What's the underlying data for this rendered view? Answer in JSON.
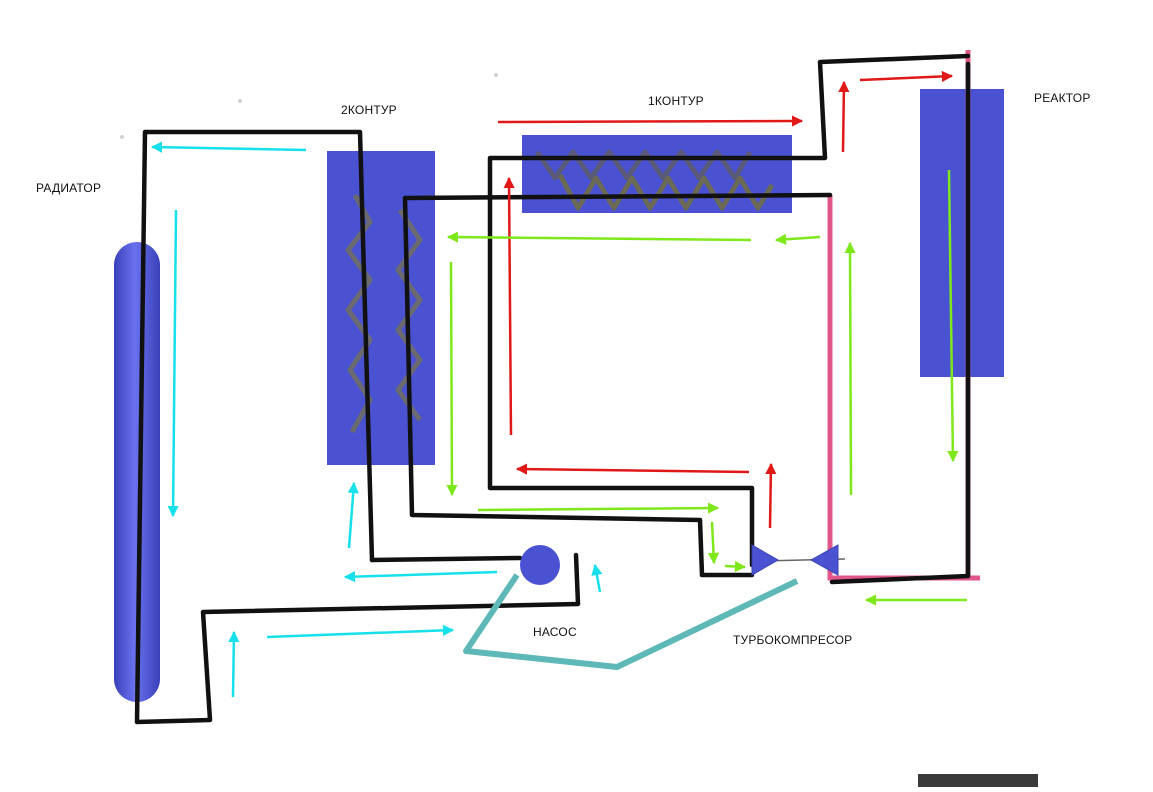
{
  "labels": {
    "radiator": "РАДИАТОР",
    "circuit2": "2КОНТУР",
    "circuit1": "1КОНТУР",
    "reactor": "РЕАКТОР",
    "pump": "НАСОС",
    "turbocompressor": "ТУРБОКОМПРЕСОР"
  },
  "colors": {
    "component_blue": "#4a52d1",
    "pipe_black": "#111111",
    "hot_loop_pink": "#e0558a",
    "shaft_teal": "#5fb8b8",
    "arrow_red": "#e01818",
    "arrow_green": "#7ee81a",
    "arrow_cyan": "#16e0ec"
  }
}
